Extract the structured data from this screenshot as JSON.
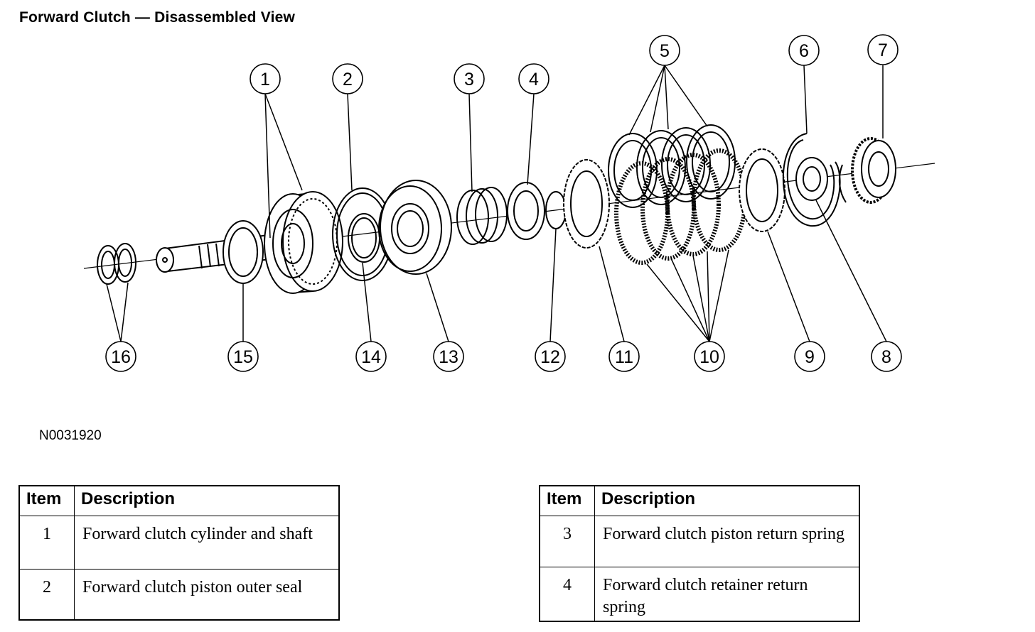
{
  "title": "Forward Clutch — Disassembled View",
  "figure_id": "N0031920",
  "callouts": [
    "1",
    "2",
    "3",
    "4",
    "5",
    "6",
    "7",
    "8",
    "9",
    "10",
    "11",
    "12",
    "13",
    "14",
    "15",
    "16"
  ],
  "tables": [
    {
      "header": {
        "item": "Item",
        "description": "Description"
      },
      "rows": [
        {
          "item": "1",
          "description": "Forward clutch cylinder and shaft"
        },
        {
          "item": "2",
          "description": "Forward clutch piston outer seal"
        }
      ]
    },
    {
      "header": {
        "item": "Item",
        "description": "Description"
      },
      "rows": [
        {
          "item": "3",
          "description": "Forward clutch piston return spring"
        },
        {
          "item": "4",
          "description": "Forward clutch retainer return spring"
        }
      ]
    }
  ]
}
